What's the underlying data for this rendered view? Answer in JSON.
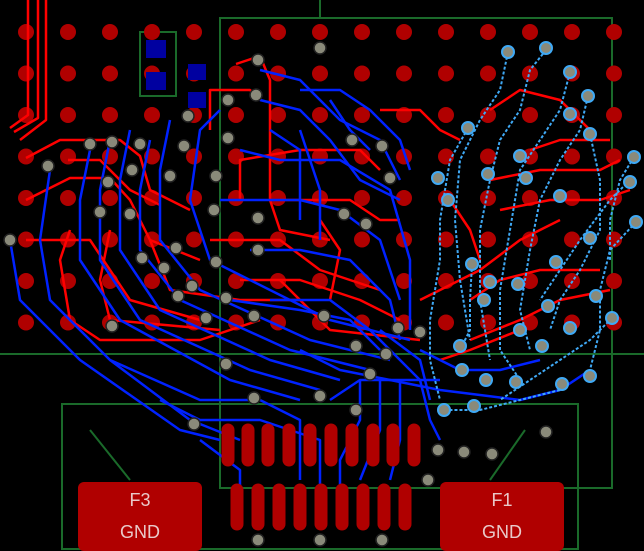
{
  "view": "pcb-layout",
  "colors": {
    "background": "#000000",
    "top_copper": "#ff0000",
    "top_pad": "#b00000",
    "bottom_copper": "#0000ff",
    "bottom_pad": "#0000a0",
    "inner_layer": "#3fa9f5",
    "board_outline": "#1a6a2a",
    "via_drill": "#8a8a7a",
    "label_text": "#e9c8c8"
  },
  "connector": {
    "left_pad": {
      "name": "F3",
      "net": "GND"
    },
    "right_pad": {
      "name": "F1",
      "net": "GND"
    }
  }
}
